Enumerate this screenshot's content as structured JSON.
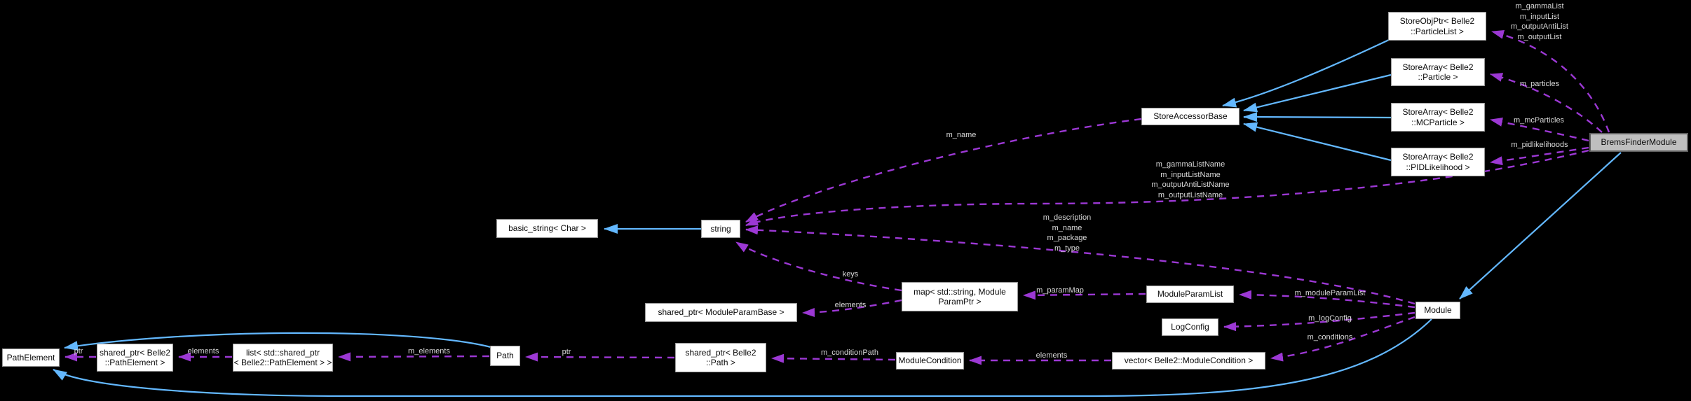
{
  "diagram": {
    "type": "doxygen-collaboration-graph",
    "subject": "BremsFinderModule",
    "colors": {
      "background": "#000000",
      "inheritance_edge": "#63b8ff",
      "usage_edge": "#9c38d4",
      "node_fill": "#ffffff",
      "node_border": "#989898",
      "highlight_fill": "#bfbfbf",
      "edge_label_text": "#d9d9d9"
    },
    "nodes": {
      "brems_finder_module": {
        "label": "BremsFinderModule"
      },
      "store_obj_ptr_particle_list": {
        "label": "StoreObjPtr< Belle2\n::ParticleList >"
      },
      "store_array_particle": {
        "label": "StoreArray< Belle2\n::Particle >"
      },
      "store_array_mcparticle": {
        "label": "StoreArray< Belle2\n::MCParticle >"
      },
      "store_array_pidlikelihood": {
        "label": "StoreArray< Belle2\n::PIDLikelihood >"
      },
      "store_accessor_base": {
        "label": "StoreAccessorBase"
      },
      "basic_string": {
        "label": "basic_string< Char >"
      },
      "string": {
        "label": "string"
      },
      "map_module_param_ptr": {
        "label": "map< std::string, Module\nParamPtr >"
      },
      "shared_ptr_module_param_base": {
        "label": "shared_ptr< ModuleParamBase >"
      },
      "module_param_list": {
        "label": "ModuleParamList"
      },
      "log_config": {
        "label": "LogConfig"
      },
      "module": {
        "label": "Module"
      },
      "path_element": {
        "label": "PathElement"
      },
      "shared_ptr_path_element": {
        "label": "shared_ptr< Belle2\n::PathElement >"
      },
      "list_shared_ptr_path_element": {
        "label": "list< std::shared_ptr\n< Belle2::PathElement > >"
      },
      "path": {
        "label": "Path"
      },
      "shared_ptr_path": {
        "label": "shared_ptr< Belle2\n::Path >"
      },
      "module_condition": {
        "label": "ModuleCondition"
      },
      "vector_module_condition": {
        "label": "vector< Belle2::ModuleCondition >"
      }
    },
    "edge_labels": {
      "gamma_group": {
        "label": "m_gammaList\nm_inputList\nm_outputAntiList\nm_outputList"
      },
      "m_particles": {
        "label": "m_particles"
      },
      "m_mcparticles": {
        "label": "m_mcParticles"
      },
      "m_pidlikelihoods": {
        "label": "m_pidlikelihoods"
      },
      "m_name": {
        "label": "m_name"
      },
      "listname_group": {
        "label": "m_gammaListName\nm_inputListName\nm_outputAntiListName\nm_outputListName"
      },
      "desc_group": {
        "label": "m_description\nm_name\nm_package\nm_type"
      },
      "keys": {
        "label": "keys"
      },
      "m_param_map": {
        "label": "m_paramMap"
      },
      "elements_map": {
        "label": "elements"
      },
      "m_module_param_list": {
        "label": "m_moduleParamList"
      },
      "m_log_config": {
        "label": "m_logConfig"
      },
      "m_conditions": {
        "label": "m_conditions"
      },
      "elements_vector": {
        "label": "elements"
      },
      "m_condition_path": {
        "label": "m_conditionPath"
      },
      "ptr_path": {
        "label": "ptr"
      },
      "m_elements": {
        "label": "m_elements"
      },
      "elements_list": {
        "label": "elements"
      },
      "ptr_path_element": {
        "label": "ptr"
      }
    }
  }
}
